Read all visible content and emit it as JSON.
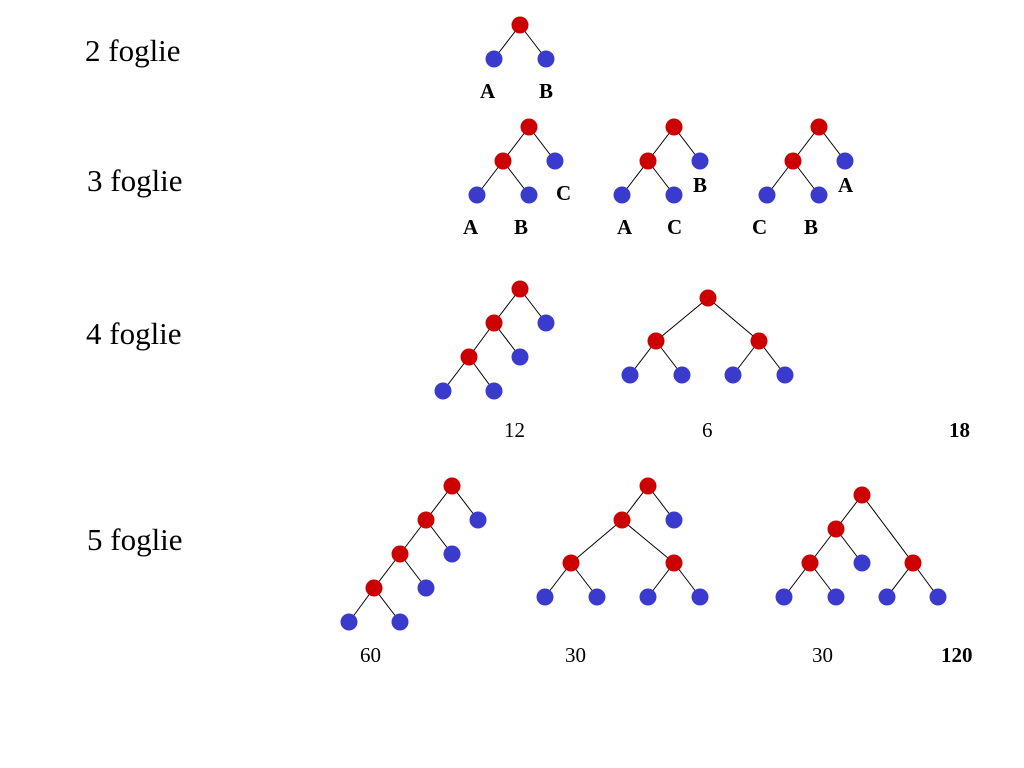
{
  "colors": {
    "internal_node": "#cc0000",
    "leaf_node": "#3a3acc",
    "edge": "#000000",
    "text": "#000000"
  },
  "rows": [
    {
      "label": "2 foglie",
      "leaves": [
        "A",
        "B"
      ]
    },
    {
      "label": "3 foglie",
      "trees": [
        {
          "leaves": [
            "A",
            "B",
            "C"
          ]
        },
        {
          "leaves": [
            "A",
            "C",
            "B"
          ]
        },
        {
          "leaves": [
            "C",
            "B",
            "A"
          ]
        }
      ]
    },
    {
      "label": "4 foglie",
      "counts": [
        "12",
        "6"
      ],
      "total": "18"
    },
    {
      "label": "5 foglie",
      "counts": [
        "60",
        "30",
        "30"
      ],
      "total": "120"
    }
  ]
}
